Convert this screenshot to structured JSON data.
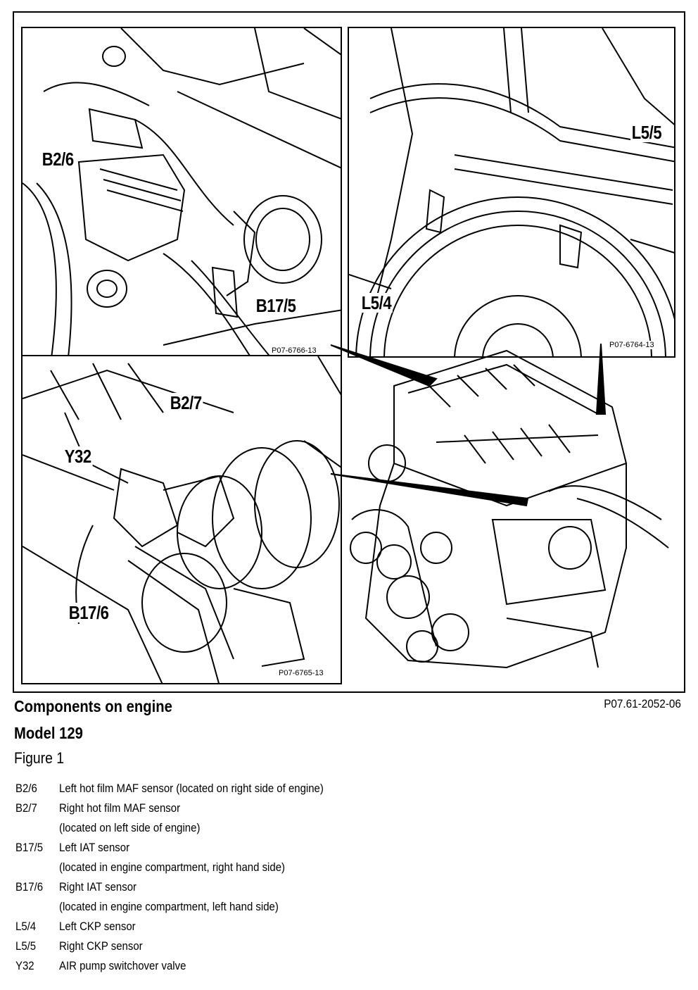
{
  "panels": {
    "top_left": {
      "callouts": [
        "B2/6",
        "B17/5"
      ],
      "ref": "P07-6766-13"
    },
    "top_right": {
      "callouts": [
        "L5/5",
        "L5/4"
      ],
      "ref": "P07-6764-13"
    },
    "bottom_left": {
      "callouts": [
        "B2/7",
        "Y32",
        "B17/6"
      ],
      "ref": "P07-6765-13"
    }
  },
  "caption": {
    "title": "Components on engine",
    "model": "Model 129",
    "figure": "Figure 1",
    "code": "P07.61-2052-06"
  },
  "legend": [
    {
      "code": "B2/6",
      "lines": [
        "Left hot film MAF sensor (located on right side of engine)"
      ]
    },
    {
      "code": "B2/7",
      "lines": [
        "Right hot film MAF sensor",
        "(located on left side of engine)"
      ]
    },
    {
      "code": "B17/5",
      "lines": [
        "Left IAT sensor",
        "(located in engine compartment, right hand side)"
      ]
    },
    {
      "code": "B17/6",
      "lines": [
        "Right IAT sensor",
        "(located in engine compartment, left hand side)"
      ]
    },
    {
      "code": "L5/4",
      "lines": [
        "Left CKP sensor"
      ]
    },
    {
      "code": "L5/5",
      "lines": [
        "Right CKP sensor"
      ]
    },
    {
      "code": "Y32",
      "lines": [
        "AIR pump switchover valve"
      ]
    }
  ]
}
